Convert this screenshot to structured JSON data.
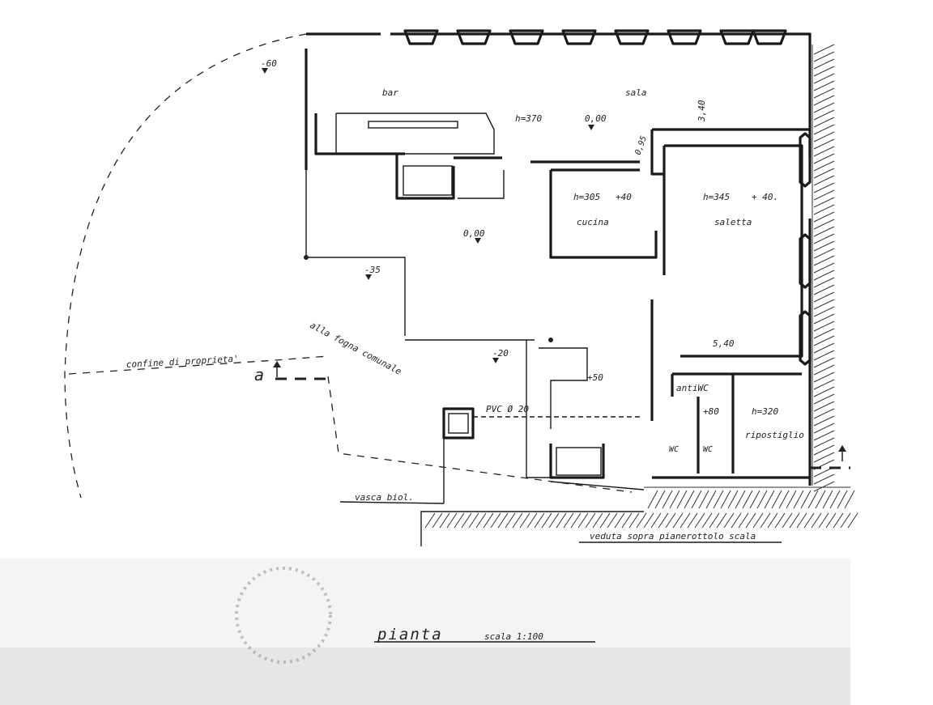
{
  "title": {
    "main": "pianta",
    "scale": "scala 1:100"
  },
  "rooms": {
    "bar": "bar",
    "sala": "sala",
    "cucina": "cucina",
    "saletta": "saletta",
    "antiwc": "antiWC",
    "wc_left": "WC",
    "wc_right": "WC",
    "ripostiglio": "ripostiglio"
  },
  "heights": {
    "sala": "h=370",
    "cucina": "h=305",
    "saletta": "h=345",
    "ripostiglio": "h=320"
  },
  "levels": {
    "sala": "0,00",
    "courtyard": "0,00",
    "cucina": "+40",
    "saletta": "+ 40.",
    "ext_left": "-60",
    "ext_mid": "-35",
    "landing": "-20",
    "stair": "+50",
    "wc": "+80"
  },
  "dimensions": {
    "sala_depth": "3,40",
    "diag": "0,95",
    "saletta_width": "5,40",
    "pipe_label": "PVC Ø 20"
  },
  "annotations": {
    "confine": "confine  di  proprieta'",
    "section_a": "a",
    "fogna": "alla fogna comunale",
    "vasca": "vasca  biol.",
    "veduta": "veduta sopra  pianerottolo scala"
  }
}
